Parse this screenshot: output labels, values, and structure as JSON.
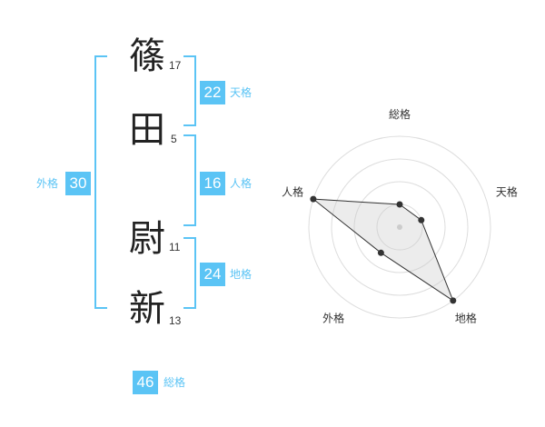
{
  "name_chars": [
    {
      "char": "篠",
      "strokes": "17"
    },
    {
      "char": "田",
      "strokes": "5"
    },
    {
      "char": "尉",
      "strokes": "11"
    },
    {
      "char": "新",
      "strokes": "13"
    }
  ],
  "fortunes": {
    "tenkaku": {
      "value": "22",
      "label": "天格"
    },
    "jinkaku": {
      "value": "16",
      "label": "人格"
    },
    "chikaku": {
      "value": "24",
      "label": "地格"
    },
    "gaikaku": {
      "value": "30",
      "label": "外格"
    },
    "soukaku": {
      "value": "46",
      "label": "総格"
    }
  },
  "colors": {
    "accent": "#5bc4f5",
    "text": "#222222"
  },
  "chart_data": {
    "type": "radar",
    "axes": [
      "総格",
      "天格",
      "地格",
      "外格",
      "人格"
    ],
    "rings": 4,
    "values": [
      0.25,
      0.25,
      1.0,
      0.35,
      1.0
    ]
  }
}
